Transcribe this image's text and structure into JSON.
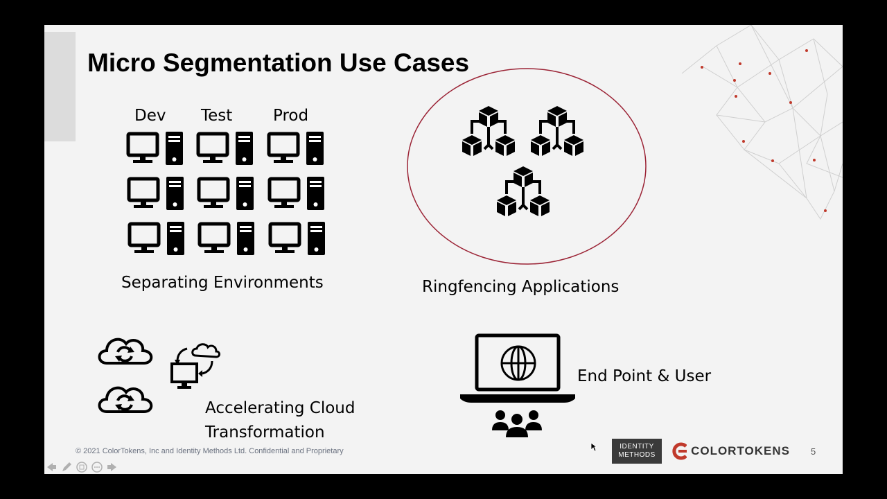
{
  "slide": {
    "title": "Micro Segmentation Use Cases",
    "environments": {
      "dev": "Dev",
      "test": "Test",
      "prod": "Prod"
    },
    "captions": {
      "separating": "Separating Environments",
      "ringfencing": "Ringfencing Applications",
      "cloud_line1": "Accelerating Cloud",
      "cloud_line2": "Transformation",
      "endpoint": "End Point & User"
    },
    "footer": "© 2021 ColorTokens, Inc and Identity Methods Ltd. Confidential and Proprietary",
    "page_number": "5",
    "logos": {
      "identity_methods_line1": "IDENTITY",
      "identity_methods_line2": "METHODS",
      "colortokens": "COLORTOKENS"
    },
    "icons": [
      "computer-icon",
      "app-cluster-icon",
      "cloud-sync-icon",
      "laptop-globe-icon",
      "users-icon"
    ]
  },
  "colors": {
    "accent": "#c0392b",
    "ring": "#9b2335",
    "background": "#f3f3f3"
  }
}
